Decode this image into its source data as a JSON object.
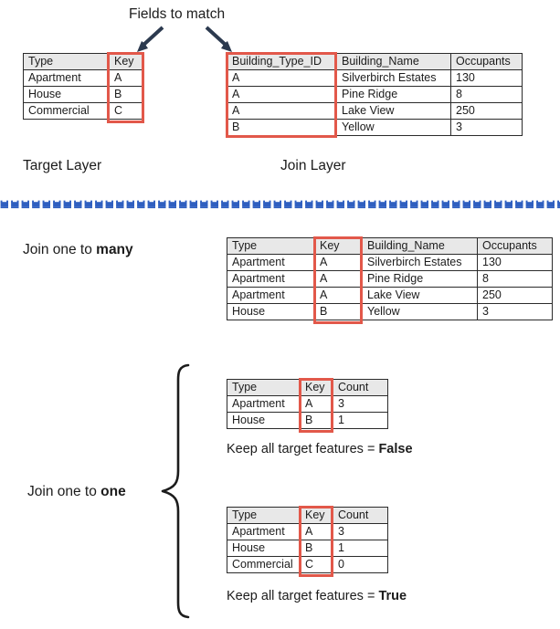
{
  "annotations": {
    "fields_to_match": "Fields to match",
    "target_layer": "Target Layer",
    "join_layer": "Join Layer",
    "join_one_to_many_prefix": "Join one to ",
    "join_one_to_many_bold": "many",
    "join_one_to_one_prefix": "Join one to ",
    "join_one_to_one_bold": "one",
    "keep_false_prefix": "Keep all target features = ",
    "keep_false_bold": "False",
    "keep_true_prefix": "Keep all target features = ",
    "keep_true_bold": "True"
  },
  "colors": {
    "highlight_red": "#e2584a",
    "header_gray": "#e8e8e8",
    "border_dark": "#2b2b2b",
    "arrow_navy": "#2c3a4f",
    "divider_blue": "#2f5fc0",
    "text": "#1c1c1c"
  },
  "target_table": {
    "headers": [
      "Type",
      "Key"
    ],
    "rows": [
      [
        "Apartment",
        "A"
      ],
      [
        "House",
        "B"
      ],
      [
        "Commercial",
        "C"
      ]
    ],
    "highlighted_column": "Key"
  },
  "join_table": {
    "headers": [
      "Building_Type_ID",
      "Building_Name",
      "Occupants"
    ],
    "rows": [
      [
        "A",
        "Silverbirch Estates",
        "130"
      ],
      [
        "A",
        "Pine Ridge",
        "8"
      ],
      [
        "A",
        "Lake View",
        "250"
      ],
      [
        "B",
        "Yellow",
        "3"
      ]
    ],
    "highlighted_column": "Building_Type_ID"
  },
  "one_to_many_table": {
    "headers": [
      "Type",
      "Key",
      "Building_Name",
      "Occupants"
    ],
    "rows": [
      [
        "Apartment",
        "A",
        "Silverbirch Estates",
        "130"
      ],
      [
        "Apartment",
        "A",
        "Pine Ridge",
        "8"
      ],
      [
        "Apartment",
        "A",
        "Lake View",
        "250"
      ],
      [
        "House",
        "B",
        "Yellow",
        "3"
      ]
    ],
    "highlighted_column": "Key"
  },
  "one_to_one_false_table": {
    "headers": [
      "Type",
      "Key",
      "Count"
    ],
    "rows": [
      [
        "Apartment",
        "A",
        "3"
      ],
      [
        "House",
        "B",
        "1"
      ]
    ],
    "highlighted_column": "Key"
  },
  "one_to_one_true_table": {
    "headers": [
      "Type",
      "Key",
      "Count"
    ],
    "rows": [
      [
        "Apartment",
        "A",
        "3"
      ],
      [
        "House",
        "B",
        "1"
      ],
      [
        "Commercial",
        "C",
        "0"
      ]
    ],
    "highlighted_column": "Key"
  }
}
